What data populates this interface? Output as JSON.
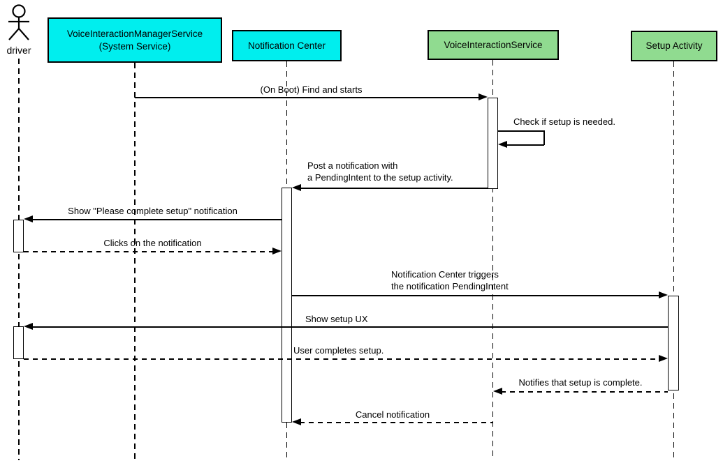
{
  "diagram": {
    "kind": "uml-sequence-diagram",
    "colors": {
      "system_service_fill": "#00EEEE",
      "app_component_fill": "#90DB90",
      "line": "#000000",
      "background": "#FFFFFF"
    },
    "participants": [
      {
        "id": "driver",
        "kind": "actor",
        "label": "driver"
      },
      {
        "id": "vims",
        "kind": "box",
        "label": "VoiceInteractionManagerService\n(System Service)",
        "fill": "#00EEEE"
      },
      {
        "id": "notification-center",
        "kind": "box",
        "label": "Notification Center",
        "fill": "#00EEEE"
      },
      {
        "id": "voice-interaction-service",
        "kind": "box",
        "label": "VoiceInteractionService",
        "fill": "#90DB90"
      },
      {
        "id": "setup-activity",
        "kind": "box",
        "label": "Setup Activity",
        "fill": "#90DB90"
      }
    ],
    "messages": [
      {
        "from": "vims",
        "to": "voice-interaction-service",
        "line": "solid",
        "label": "(On Boot) Find and starts"
      },
      {
        "from": "voice-interaction-service",
        "to": "voice-interaction-service",
        "line": "solid",
        "self": true,
        "label": "Check if setup is needed."
      },
      {
        "from": "voice-interaction-service",
        "to": "notification-center",
        "line": "solid",
        "label": "Post a notification with\na PendingIntent to the setup activity."
      },
      {
        "from": "notification-center",
        "to": "driver",
        "line": "solid",
        "label": "Show \"Please complete setup\" notification"
      },
      {
        "from": "driver",
        "to": "notification-center",
        "line": "dashed",
        "label": "Clicks on the notification"
      },
      {
        "from": "notification-center",
        "to": "setup-activity",
        "line": "solid",
        "label": "Notification Center triggers\nthe notification PendingIntent"
      },
      {
        "from": "setup-activity",
        "to": "driver",
        "line": "solid",
        "label": "Show setup UX"
      },
      {
        "from": "driver",
        "to": "setup-activity",
        "line": "dashed",
        "label": "User completes setup."
      },
      {
        "from": "setup-activity",
        "to": "voice-interaction-service",
        "line": "dashed",
        "label": "Notifies that setup is complete."
      },
      {
        "from": "voice-interaction-service",
        "to": "notification-center",
        "line": "dashed",
        "label": "Cancel notification"
      }
    ]
  }
}
